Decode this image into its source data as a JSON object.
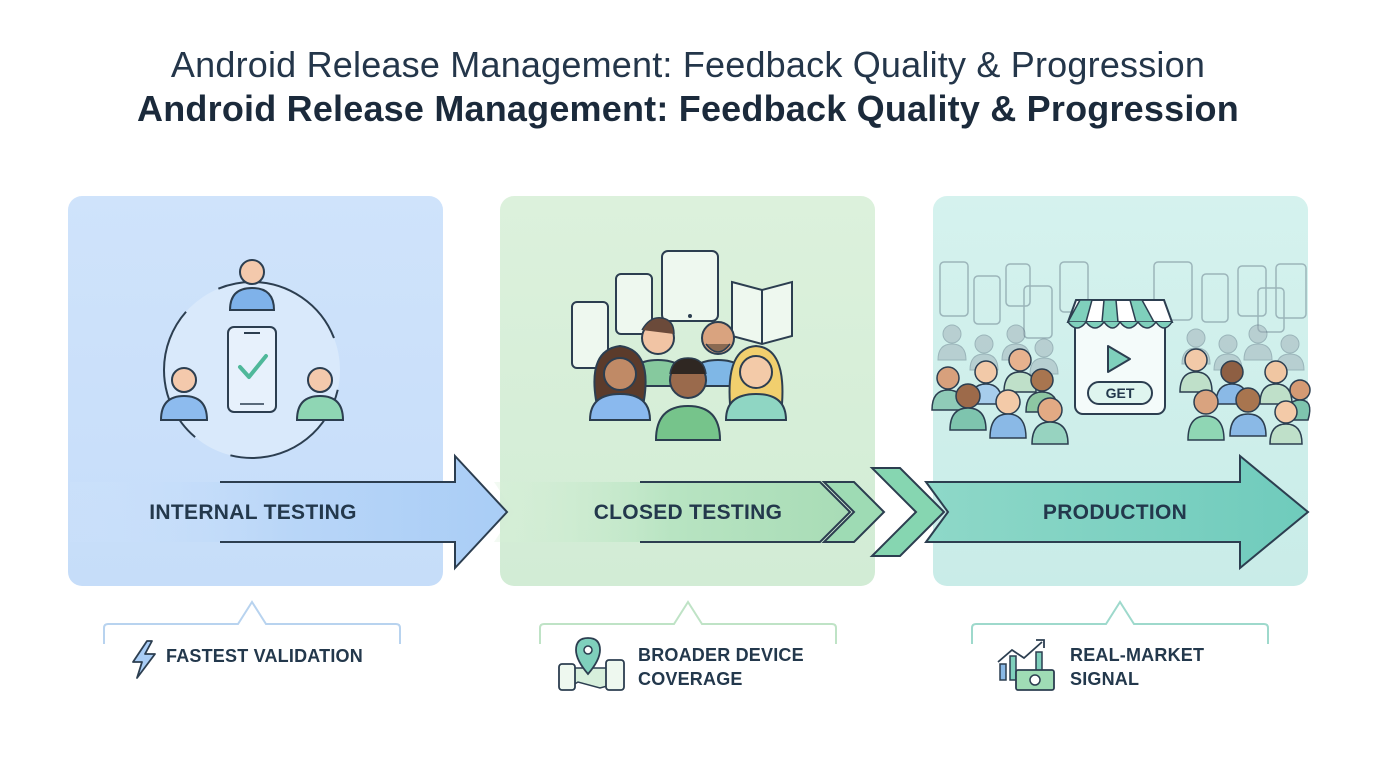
{
  "title": {
    "line1": "Android Release Management: Feedback Quality & Progression",
    "line2": "Android Release Management: Feedback Quality & Progression"
  },
  "stages": [
    {
      "label": "INTERNAL TESTING",
      "callout_line1": "FASTEST VALIDATION",
      "callout_line2": "",
      "icon": "lightning-bolt-icon"
    },
    {
      "label": "CLOSED TESTING",
      "callout_line1": "BROADER DEVICE",
      "callout_line2": "COVERAGE",
      "icon": "location-devices-icon"
    },
    {
      "label": "PRODUCTION",
      "callout_line1": "REAL-MARKET",
      "callout_line2": "SIGNAL",
      "icon": "chart-money-icon"
    }
  ],
  "store": {
    "button_label": "GET"
  },
  "colors": {
    "internal": "#c9dffa",
    "closed": "#d4edd7",
    "production": "#cbede9",
    "text": "#23384c",
    "outline": "#2c3e50"
  }
}
